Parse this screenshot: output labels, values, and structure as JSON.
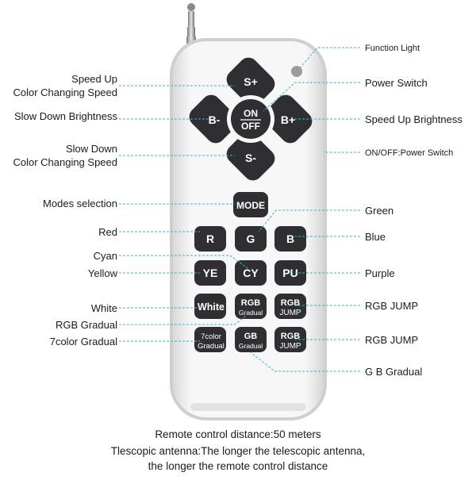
{
  "remote": {
    "buttons": {
      "s_plus": "S+",
      "s_minus": "S-",
      "b_minus": "B-",
      "b_plus": "B+",
      "on": "ON",
      "off": "OFF",
      "mode": "MODE",
      "r": "R",
      "g": "G",
      "b": "B",
      "ye": "YE",
      "cy": "CY",
      "pu": "PU",
      "white": "White",
      "rgb_gradual_1": "RGB",
      "rgb_gradual_2": "Gradual",
      "rgb_jump_a1": "RGB",
      "rgb_jump_a2": "JUMP",
      "color7_1": "7color",
      "color7_2": "Gradual",
      "gb_1": "GB",
      "gb_2": "Gradual",
      "rgb_jump_b1": "RGB",
      "rgb_jump_b2": "JUMP"
    }
  },
  "labels_left": {
    "speed_up_1": "Speed Up",
    "speed_up_2": "Color Changing Speed",
    "slow_brightness": "Slow Down Brightness",
    "slow_down_1": "Slow Down",
    "slow_down_2": "Color Changing Speed",
    "modes": "Modes selection",
    "red": "Red",
    "cyan": "Cyan",
    "yellow": "Yellow",
    "white": "White",
    "rgb_gradual": "RGB Gradual",
    "color7": "7color Gradual"
  },
  "labels_right": {
    "function_light": "Function Light",
    "power_switch": "Power Switch",
    "speed_brightness": "Speed Up Brightness",
    "onoff": "ON/OFF:Power Switch",
    "green": "Green",
    "blue": "Blue",
    "purple": "Purple",
    "rgb_jump_1": "RGB JUMP",
    "rgb_jump_2": "RGB JUMP",
    "gb_gradual": "G B Gradual"
  },
  "footer": {
    "line1": "Remote control distance:50 meters",
    "line2": "Tlescopic antenna:The longer the telescopic antenna,",
    "line3": "the longer the remote control distance"
  },
  "colors": {
    "leader": "#39b6c8",
    "key": "#2f2f33",
    "body": "#f4f4f4"
  }
}
